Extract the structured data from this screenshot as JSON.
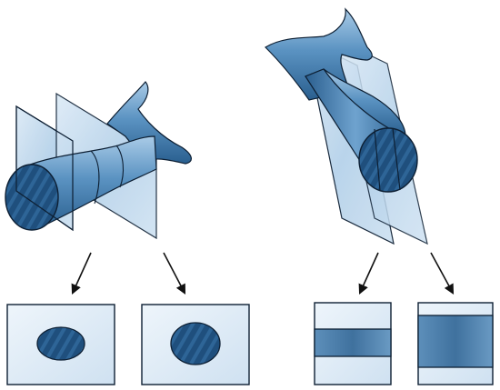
{
  "figure": {
    "panels": [
      {
        "id": "left",
        "arrangement": "tube-horizontal-two-cross-planes",
        "outputs": [
          "cross-section-small-ellipse",
          "cross-section-large-ellipse"
        ]
      },
      {
        "id": "right",
        "arrangement": "tube-tilted-two-parallel-planes",
        "outputs": [
          "section-narrow-band",
          "section-wide-band"
        ]
      }
    ],
    "colors": {
      "vessel_dark": "#1d4f7c",
      "vessel_mid": "#3f7bb0",
      "vessel_light": "#9cc3e3",
      "plane_fill": "#c9dff0",
      "box_fill": "#dbe9f5",
      "band_dark": "#4d82b0",
      "stroke": "#0d1f33"
    }
  }
}
